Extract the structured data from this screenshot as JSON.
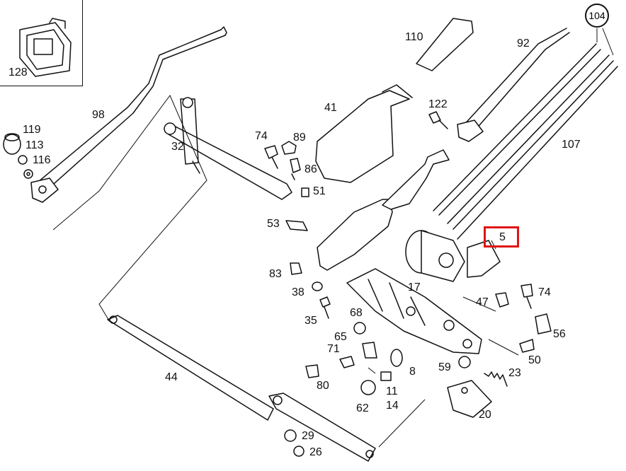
{
  "highlight": {
    "color": "#e01414"
  },
  "labels": {
    "p128": "128",
    "p98": "98",
    "p119": "119",
    "p113": "113",
    "p116": "116",
    "p32": "32",
    "p74a": "74",
    "p89": "89",
    "p86": "86",
    "p51": "51",
    "p41": "41",
    "p110": "110",
    "p92": "92",
    "p104": "104",
    "p107": "107",
    "p122": "122",
    "p53": "53",
    "p83": "83",
    "p38": "38",
    "p35": "35",
    "p68": "68",
    "p65": "65",
    "p71": "71",
    "p80": "80",
    "p17": "17",
    "p5": "5",
    "p47": "47",
    "p74b": "74",
    "p56": "56",
    "p50": "50",
    "p59": "59",
    "p23": "23",
    "p8": "8",
    "p11": "11",
    "p14": "14",
    "p62": "62",
    "p20": "20",
    "p44": "44",
    "p29": "29",
    "p26": "26"
  }
}
